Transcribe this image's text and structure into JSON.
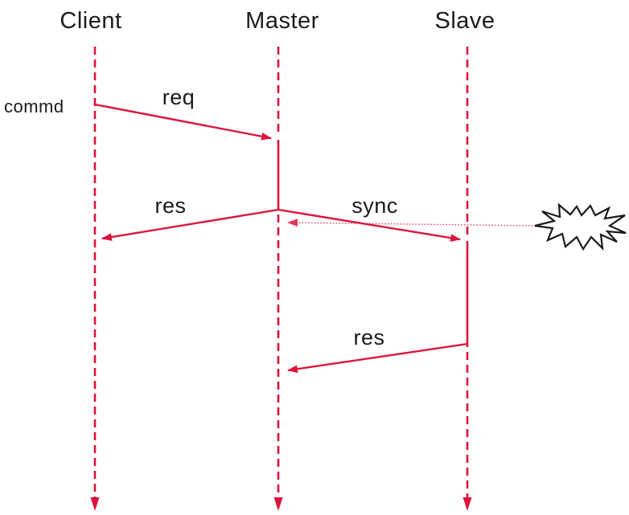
{
  "diagram": {
    "type": "sequence-diagram",
    "colors": {
      "accent": "#dc143c",
      "text": "#1b1b1b",
      "burst": "#1b1b1b",
      "bg": "#ffffff"
    },
    "actors": [
      {
        "id": "client",
        "label": "Client"
      },
      {
        "id": "master",
        "label": "Master"
      },
      {
        "id": "slave",
        "label": "Slave"
      }
    ],
    "side_note": "commd",
    "messages": [
      {
        "id": "req",
        "label": "req",
        "from": "Client",
        "to": "Master",
        "style": "solid"
      },
      {
        "id": "res1",
        "label": "res",
        "from": "Master",
        "to": "Client",
        "style": "solid"
      },
      {
        "id": "sync",
        "label": "sync",
        "from": "Master",
        "to": "Slave",
        "style": "solid"
      },
      {
        "id": "fail",
        "label": "",
        "from": "explosion-burst",
        "to": "Master",
        "style": "dotted"
      },
      {
        "id": "res2",
        "label": "res",
        "from": "Slave",
        "to": "Master",
        "style": "solid"
      }
    ],
    "icons": [
      {
        "name": "explosion-burst-icon",
        "meaning": "failure/crash burst"
      }
    ]
  }
}
